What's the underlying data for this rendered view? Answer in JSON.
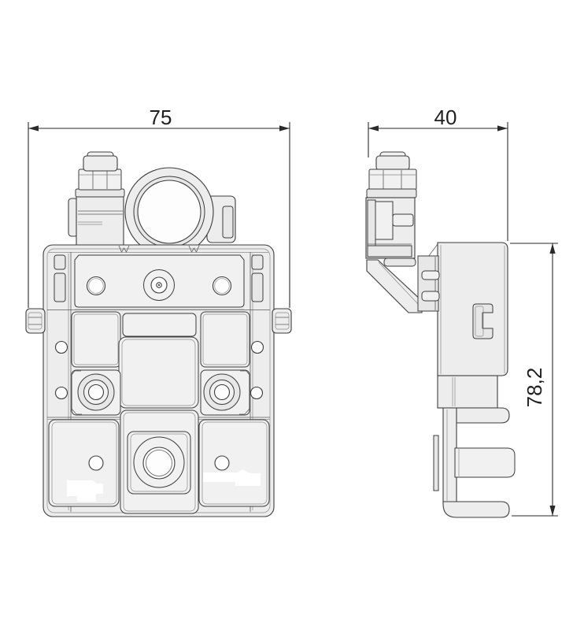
{
  "drawing": {
    "kind": "technical-dimension-drawing",
    "views": {
      "front": {
        "name": "front-view"
      },
      "side": {
        "name": "side-view"
      }
    },
    "dimensions": {
      "front_width": {
        "value": "75"
      },
      "side_depth": {
        "value": "40"
      },
      "side_height": {
        "value": "78,2"
      }
    },
    "colors": {
      "background": "#ffffff",
      "outline": "#3c3c3c",
      "dimension_line": "#2a2a2a",
      "part_fill": "#ededed"
    }
  }
}
